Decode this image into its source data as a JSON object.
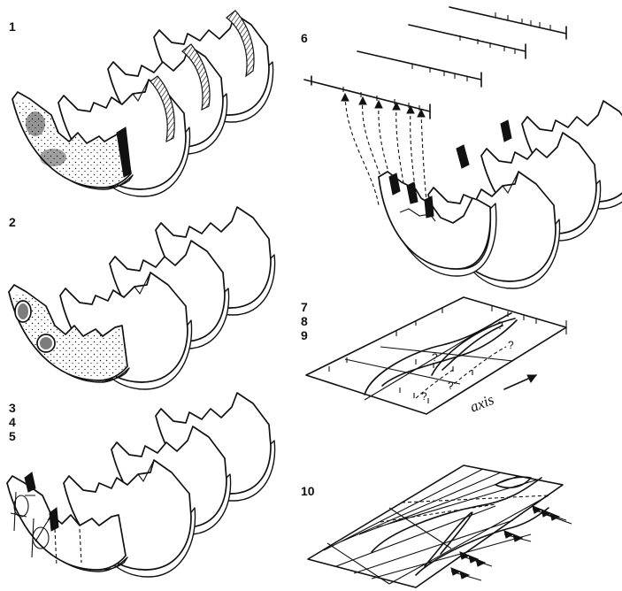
{
  "labels": {
    "step1": "1",
    "step2": "2",
    "step3": "3",
    "step4": "4",
    "step5": "5",
    "step6": "6",
    "step7": "7",
    "step8": "8",
    "step9": "9",
    "step10": "10"
  },
  "annotations": {
    "axis": "axis",
    "unknown": "?"
  },
  "colors": {
    "ink": "#111111",
    "background": "#ffffff"
  }
}
